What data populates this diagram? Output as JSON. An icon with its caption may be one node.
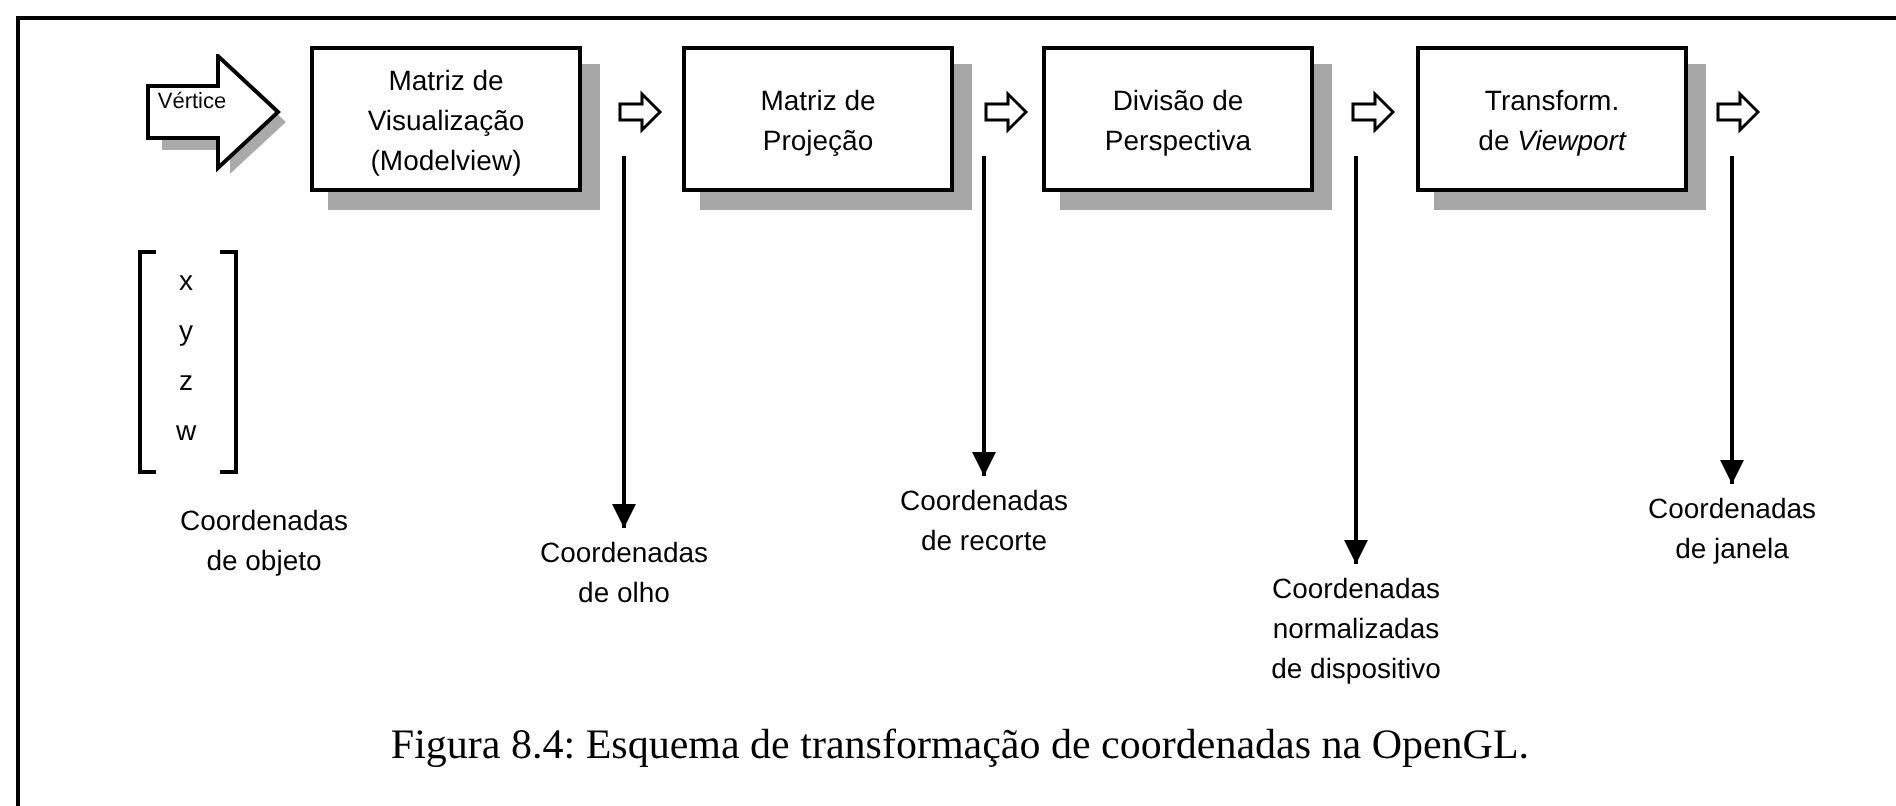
{
  "diagram": {
    "caption": "Figura 8.4: Esquema de transformação de coordenadas na OpenGL.",
    "nodes": [
      {
        "text": [
          "Vértice"
        ]
      },
      {
        "text": [
          "Matriz de Visualização (Modelview)"
        ]
      },
      {
        "text": [
          "Matriz de Projeção"
        ]
      },
      {
        "text": [
          "Divisão de Perspectiva"
        ]
      },
      {
        "text": [
          "Transform. de *Viewport*"
        ]
      },
      {
        "text": [
          "Coordenadas de olho"
        ]
      },
      {
        "text": [
          "Coordenadas de recorte"
        ]
      },
      {
        "text": [
          "Coordenadas normalizadas de dispositivo"
        ]
      },
      {
        "text": [
          "Coordenadas de janela"
        ]
      }
    ],
    "edges": [
      {
        "from": 1,
        "to": 2,
        "arrow": "to"
      },
      {
        "from": 2,
        "to": 3,
        "arrow": "to"
      },
      {
        "from": 3,
        "to": 4,
        "arrow": "to"
      },
      {
        "from": 4,
        "to": null,
        "arrow": "to"
      },
      {
        "from": null,
        "to": 5,
        "arrow": "to"
      },
      {
        "from": null,
        "to": 6,
        "arrow": "to"
      },
      {
        "from": null,
        "to": 7,
        "arrow": "to"
      },
      {
        "from": null,
        "to": 8,
        "arrow": "to"
      }
    ],
    "labels": [
      "x",
      "y",
      "z",
      "w",
      "Coordenadas de objeto"
    ]
  }
}
